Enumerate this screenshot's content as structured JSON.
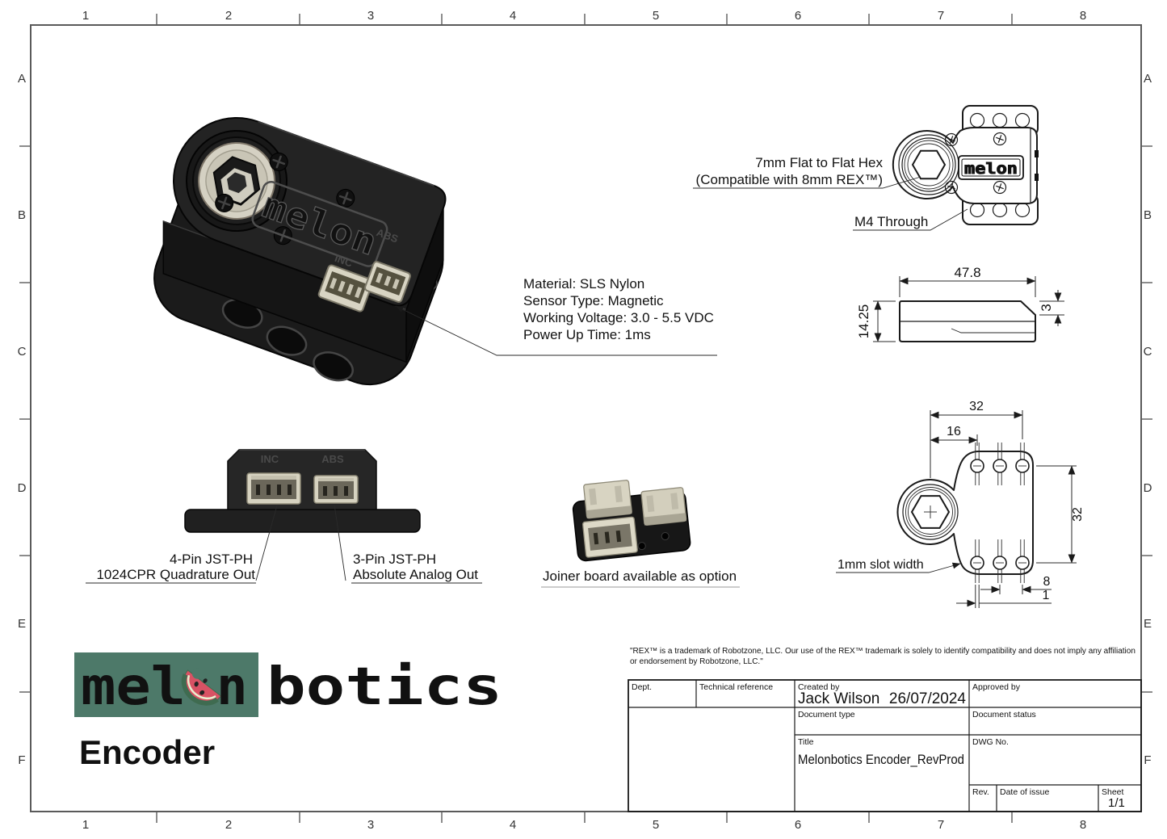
{
  "sheet": {
    "columns": [
      "1",
      "2",
      "3",
      "4",
      "5",
      "6",
      "7",
      "8"
    ],
    "rows": [
      "A",
      "B",
      "C",
      "D",
      "E",
      "F"
    ]
  },
  "specs": {
    "line1": "Material: SLS Nylon",
    "line2": "Sensor Type: Magnetic",
    "line3": "Working Voltage: 3.0 - 5.5 VDC",
    "line4": "Power Up Time: 1ms"
  },
  "iso_view": {
    "inc": "INC",
    "abs": "ABS",
    "logo": "melon"
  },
  "front_view": {
    "hex_callout_line1": "7mm Flat to Flat Hex",
    "hex_callout_line2": "(Compatible with 8mm REX™)",
    "m4_callout": "M4 Through",
    "logo": "melon"
  },
  "side_view": {
    "width": "47.8",
    "height": "14.25",
    "step": "3"
  },
  "plan_view": {
    "bolt_span": "32",
    "half_span": "16",
    "vertical_span": "32",
    "hole_pitch": "8",
    "slot": "1",
    "slot_callout": "1mm slot width"
  },
  "connector_view": {
    "inc": "INC",
    "abs": "ABS",
    "left_line1": "4-Pin JST-PH",
    "left_line2": "1024CPR Quadrature Out",
    "right_line1": "3-Pin JST-PH",
    "right_line2": "Absolute Analog Out"
  },
  "joiner": {
    "caption": "Joiner board available as option"
  },
  "brand": {
    "mel": "mel",
    "n": "n",
    "botics": "botics",
    "product": "Encoder",
    "colors": {
      "green": "#4d7969",
      "pink": "#d95264",
      "dark": "#3a3a3a"
    }
  },
  "disclaimer": {
    "line1": "\"REX™ is a trademark of Robotzone, LLC. Our use of the REX™ trademark is solely to identify compatibility and does not imply any affiliation",
    "line2": "or endorsement by Robotzone, LLC.\""
  },
  "title_block": {
    "dept_label": "Dept.",
    "tech_ref_label": "Technical reference",
    "created_by_label": "Created by",
    "created_by": "Jack Wilson",
    "created_date": "26/07/2024",
    "approved_by_label": "Approved by",
    "doc_type_label": "Document type",
    "doc_status_label": "Document status",
    "title_label": "Title",
    "title": "Melonbotics Encoder_RevProd",
    "dwg_label": "DWG No.",
    "rev_label": "Rev.",
    "date_of_issue_label": "Date of issue",
    "sheet_label": "Sheet",
    "sheet_value": "1/1"
  }
}
